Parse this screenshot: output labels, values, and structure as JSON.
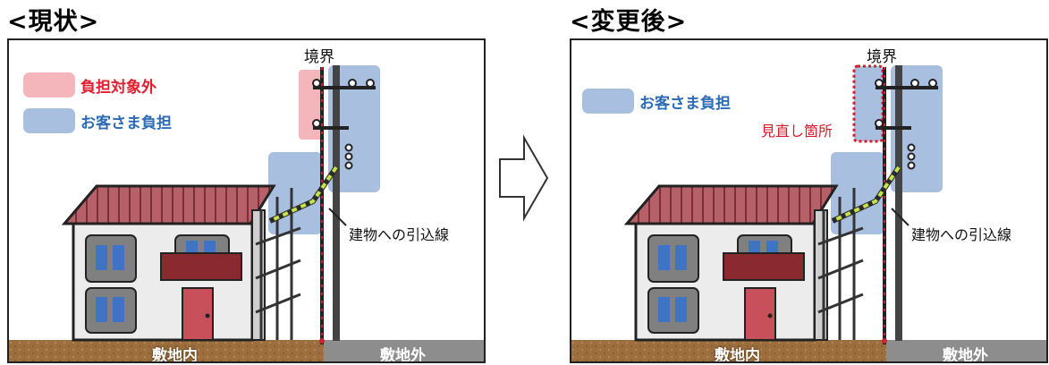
{
  "left": {
    "heading": "<現状>",
    "boundary_label": "境界",
    "legend": [
      {
        "label": "負担対象外",
        "swatch_color": "#f4b6bb",
        "text_color": "#e02030"
      },
      {
        "label": "お客さま負担",
        "swatch_color": "#a9bfe0",
        "text_color": "#2c6bb5"
      }
    ],
    "drop_wire_label": "建物への引込線",
    "ground_inside": "敷地内",
    "ground_outside": "敷地外"
  },
  "arrow_icon": "right-arrow-outline",
  "right": {
    "heading": "<変更後>",
    "boundary_label": "境界",
    "legend": [
      {
        "label": "お客さま負担",
        "swatch_color": "#a9bfe0",
        "text_color": "#2c6bb5"
      }
    ],
    "review_label": "見直し箇所",
    "review_color": "#d81b2a",
    "drop_wire_label": "建物への引込線",
    "ground_inside": "敷地内",
    "ground_outside": "敷地外"
  }
}
